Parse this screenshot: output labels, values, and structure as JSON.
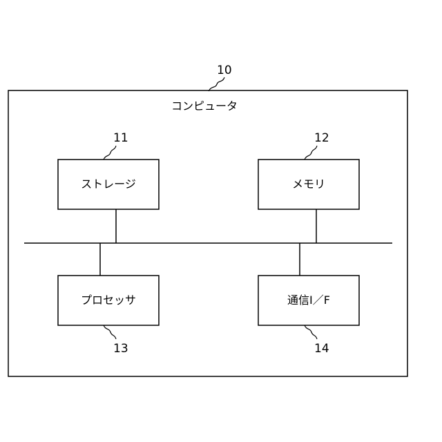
{
  "computer": {
    "ref": "10",
    "label": "コンピュータ"
  },
  "storage": {
    "ref": "11",
    "label": "ストレージ"
  },
  "memory": {
    "ref": "12",
    "label": "メモリ"
  },
  "processor": {
    "ref": "13",
    "label": "プロセッサ"
  },
  "comm_if": {
    "ref": "14",
    "label": "通信I／F"
  }
}
